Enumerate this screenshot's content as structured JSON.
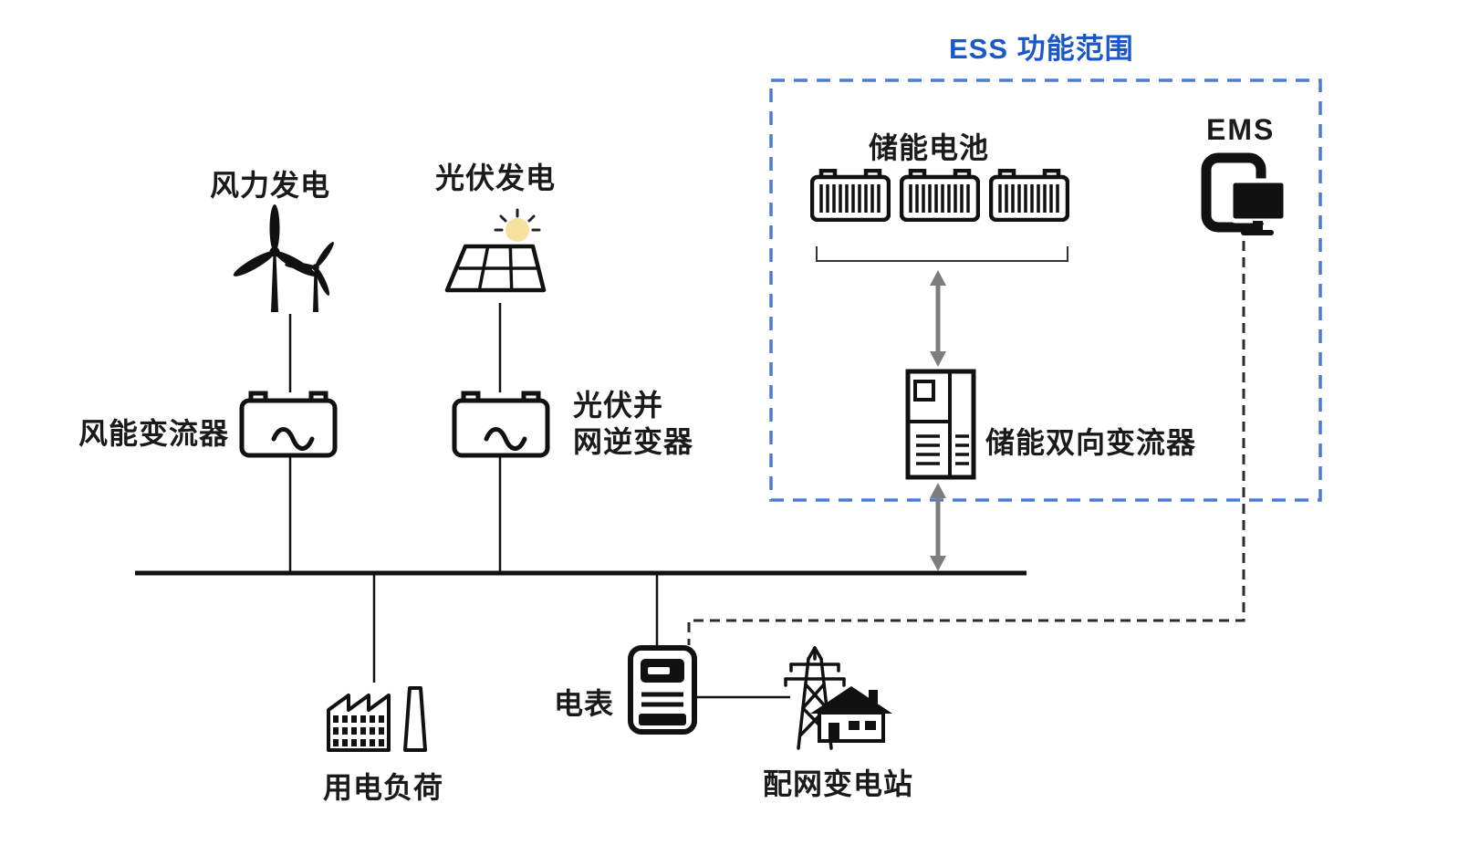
{
  "title": "ESS 功能范围",
  "labels": {
    "wind": "风力发电",
    "pv": "光伏发电",
    "wind_converter": "风能变流器",
    "pv_inverter_line1": "光伏并",
    "pv_inverter_line2": "网逆变器",
    "battery": "储能电池",
    "ems": "EMS",
    "storage_converter": "储能双向变流器",
    "load": "用电负荷",
    "meter": "电表",
    "substation": "配网变电站"
  },
  "colors": {
    "accent_blue": "#1b57c8",
    "box_border_blue": "#4a7bd9",
    "arrow_gray": "#7d7d7d",
    "line_black": "#1a1a1a",
    "sun_yellow": "#f6dc90"
  }
}
